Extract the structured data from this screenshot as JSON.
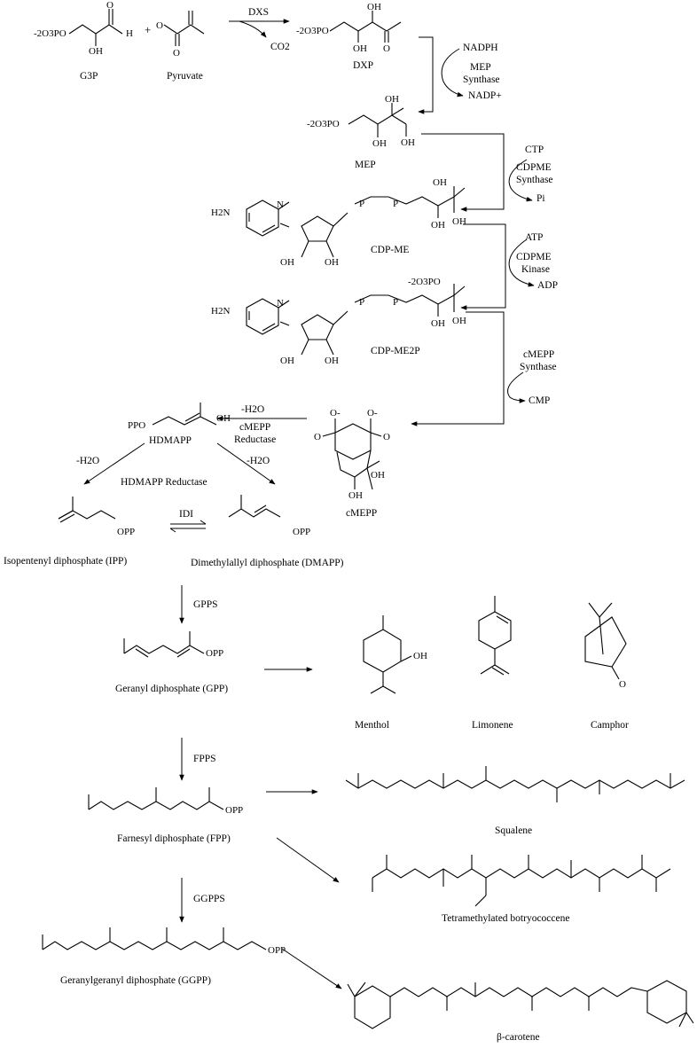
{
  "molecules": {
    "g3p": "G3P",
    "pyruvate": "Pyruvate",
    "dxp": "DXP",
    "mep": "MEP",
    "cdp_me": "CDP-ME",
    "cdp_me2p": "CDP-ME2P",
    "cmepp": "cMEPP",
    "hdmapp": "HDMAPP",
    "ipp": "Isopentenyl diphosphate (IPP)",
    "dmapp": "Dimethylallyl diphosphate (DMAPP)",
    "gpp": "Geranyl diphosphate (GPP)",
    "menthol": "Menthol",
    "limonene": "Limonene",
    "camphor": "Camphor",
    "fpp": "Farnesyl diphosphate (FPP)",
    "squalene": "Squalene",
    "botryococcene": "Tetramethylated botryococcene",
    "ggpp": "Geranylgeranyl diphosphate (GGPP)",
    "carotene": "β-carotene"
  },
  "enzymes": {
    "dxs": "DXS",
    "mep_synthase_1": "MEP",
    "mep_synthase_2": "Synthase",
    "cdpme_synthase_1": "CDPME",
    "cdpme_synthase_2": "Synthase",
    "cdpme_kinase_1": "CDPME",
    "cdpme_kinase_2": "Kinase",
    "cmepp_synthase_1": "cMEPP",
    "cmepp_synthase_2": "Synthase",
    "cmepp_reductase_1": "cMEPP",
    "cmepp_reductase_2": "Reductase",
    "hdmapp_reductase": "HDMAPP Reductase",
    "idi": "IDI",
    "gpps": "GPPS",
    "fpps": "FPPS",
    "ggpps": "GGPPS"
  },
  "cofactors": {
    "co2": "CO2",
    "nadph": "NADPH",
    "nadp": "NADP+",
    "ctp": "CTP",
    "pi": "Pi",
    "atp": "ATP",
    "adp": "ADP",
    "cmp": "CMP",
    "h2o_1": "-H2O",
    "h2o_2": "-H2O",
    "h2o_3": "-H2O"
  },
  "atoms": {
    "g3p_o3po": "-2O3PO",
    "g3p_h": "H",
    "g3p_o": "O",
    "g3p_oh": "OH",
    "plus": "+",
    "pyr_o": "O",
    "pyr_o2": "O",
    "dxp_o3po": "-2O3PO",
    "dxp_oh1": "OH",
    "dxp_oh2": "OH",
    "dxp_o": "O",
    "mep_o3po": "-2O3PO",
    "mep_oh1": "OH",
    "mep_oh2": "OH",
    "mep_oh3": "OH",
    "opp": "OPP",
    "ppo": "PPO",
    "oh": "OH",
    "o": "O",
    "h2n": "H2N",
    "n": "N",
    "p": "P",
    "ominus": "O-"
  }
}
